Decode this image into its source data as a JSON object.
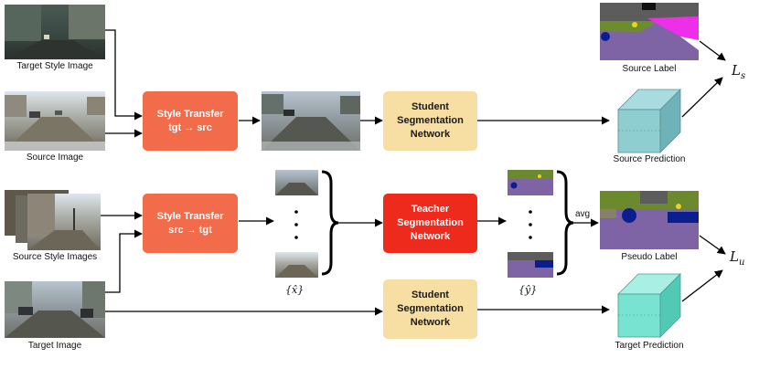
{
  "captions": {
    "target_style_image": "Target Style Image",
    "source_image": "Source Image",
    "source_style_images": "Source Style Images",
    "target_image": "Target Image",
    "source_label": "Source Label",
    "source_prediction": "Source Prediction",
    "pseudo_label": "Pseudo Label",
    "target_prediction": "Target Prediction",
    "avg": "avg"
  },
  "boxes": {
    "style_transfer_tgt_src": "Style Transfer\ntgt → src",
    "student_top": "Student\nSegmentation\nNetwork",
    "style_transfer_src_tgt": "Style Transfer\nsrc → tgt",
    "teacher": "Teacher\nSegmentation\nNetwork",
    "student_bottom": "Student\nSegmentation\nNetwork"
  },
  "math": {
    "x_hat_set": "{x̂}",
    "y_hat_set": "{ŷ}",
    "loss_s_base": "L",
    "loss_s_sub": "s",
    "loss_u_base": "L",
    "loss_u_sub": "u"
  },
  "colors": {
    "style_transfer": "#f26b4b",
    "student": "#f7dfa3",
    "teacher": "#ee2a1c",
    "source_prediction_cube": "#8ecdd0",
    "target_prediction_cube": "#79e3d1"
  }
}
